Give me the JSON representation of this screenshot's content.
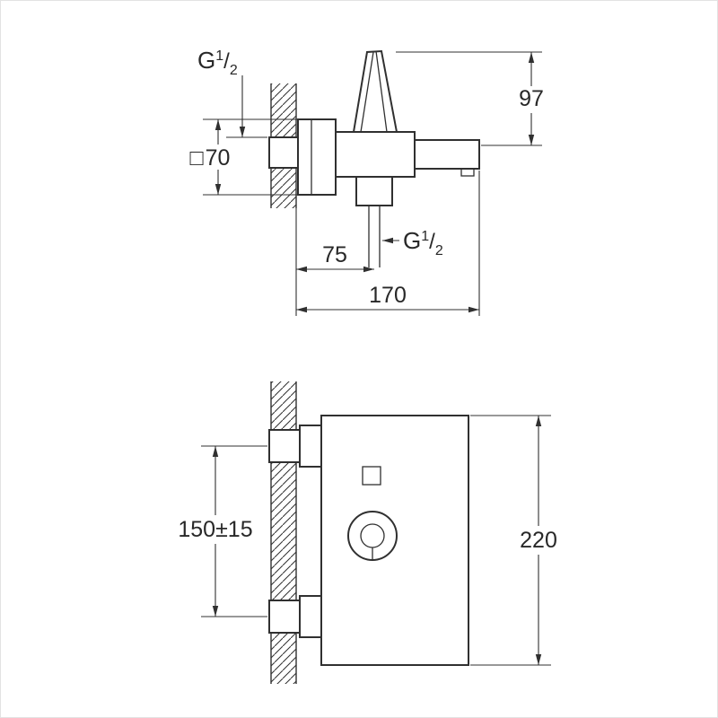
{
  "page": {
    "background": "#ffffff",
    "frame_color": "#e3e3e3",
    "line_color": "#303030",
    "description": "Technical dimension drawing of a wall-mounted single-lever bath mixer, side view (top) and front view (bottom)"
  },
  "side_view": {
    "dim_g_half_inlet": {
      "base": "G",
      "sup": "1",
      "slash": "/",
      "sub": "2"
    },
    "dim_escutcheon": {
      "symbol": "□",
      "value": "70"
    },
    "dim_height": "97",
    "dim_g_half_outlet": {
      "base": "G",
      "sup": "1",
      "slash": "/",
      "sub": "2"
    },
    "dim_outlet_offset": "75",
    "dim_depth": "170"
  },
  "front_view": {
    "dim_center_distance": "150±15",
    "dim_total_height": "220"
  }
}
